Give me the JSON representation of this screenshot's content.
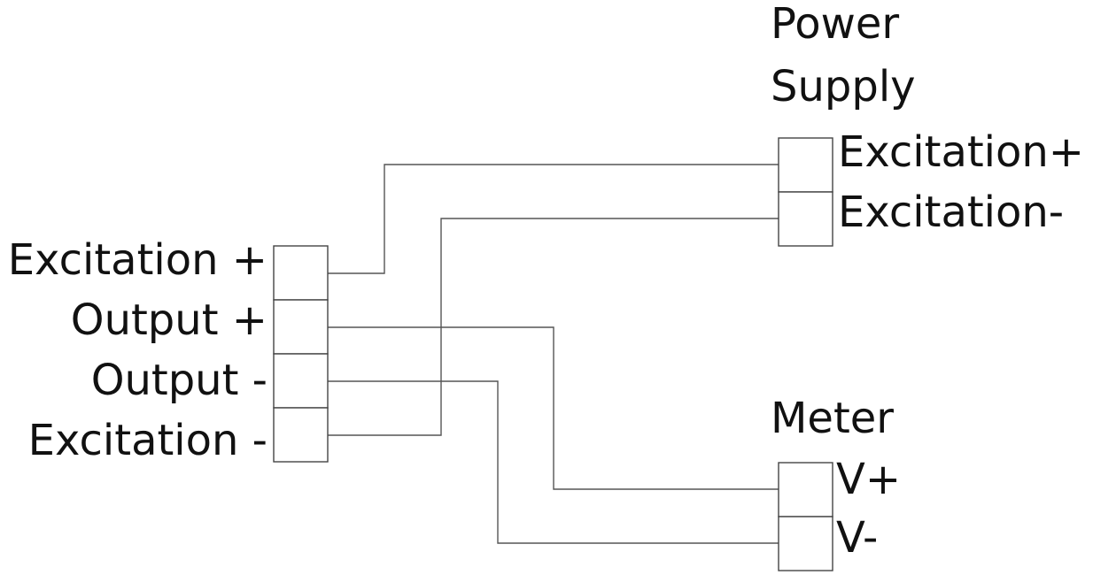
{
  "sensor": {
    "pins": [
      "Excitation +",
      "Output +",
      "Output -",
      "Excitation -"
    ]
  },
  "power_supply": {
    "title_line1": "Power",
    "title_line2": "Supply",
    "pins": [
      "Excitation+",
      "Excitation-"
    ]
  },
  "meter": {
    "title": "Meter",
    "pins": [
      "V+",
      "V-"
    ]
  },
  "connections": [
    {
      "from": "Excitation +",
      "to": "Power Supply Excitation+"
    },
    {
      "from": "Excitation -",
      "to": "Power Supply Excitation-"
    },
    {
      "from": "Output +",
      "to": "Meter V+"
    },
    {
      "from": "Output -",
      "to": "Meter V-"
    }
  ]
}
